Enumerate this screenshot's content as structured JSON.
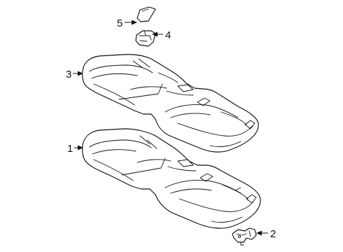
{
  "diagram": {
    "callouts": [
      {
        "id": "1",
        "label": "1"
      },
      {
        "id": "2",
        "label": "2"
      },
      {
        "id": "3",
        "label": "3"
      },
      {
        "id": "4",
        "label": "4"
      },
      {
        "id": "5",
        "label": "5"
      }
    ],
    "line_color": "#111111",
    "background_color": "#ffffff"
  }
}
